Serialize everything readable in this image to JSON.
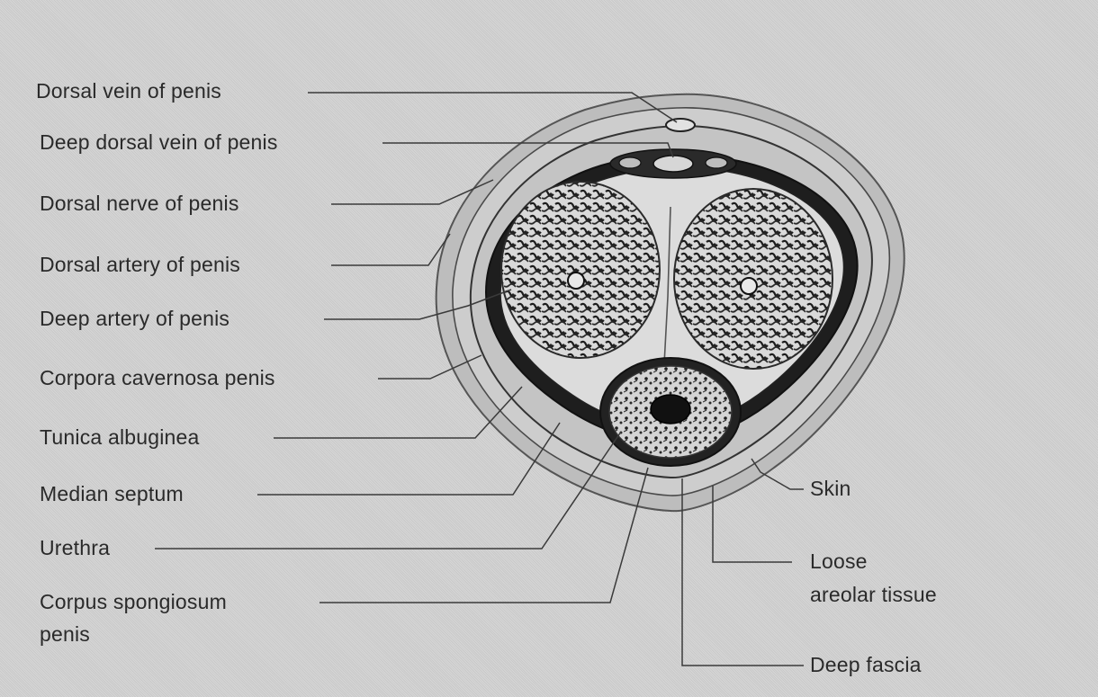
{
  "labels": {
    "dorsal_vein": "Dorsal vein of penis",
    "deep_dorsal_vein": "Deep dorsal vein of penis",
    "dorsal_nerve": "Dorsal nerve of penis",
    "dorsal_artery": "Dorsal artery of penis",
    "deep_artery": "Deep artery of penis",
    "corpora_cavernosa": "Corpora cavernosa penis",
    "tunica_albuginea": "Tunica albuginea",
    "median_septum": "Median septum",
    "urethra": "Urethra",
    "corpus_spongiosum_line1": "Corpus spongiosum",
    "corpus_spongiosum_line2": "penis",
    "skin": "Skin",
    "loose_areolar_line1": "Loose",
    "loose_areolar_line2": "areolar tissue",
    "deep_fascia": "Deep fascia"
  },
  "colors": {
    "background": "#d0d0d0",
    "line": "#3a3a3a",
    "tissue_dark": "#1e1e1e",
    "tissue_light": "#e6e6e6"
  }
}
